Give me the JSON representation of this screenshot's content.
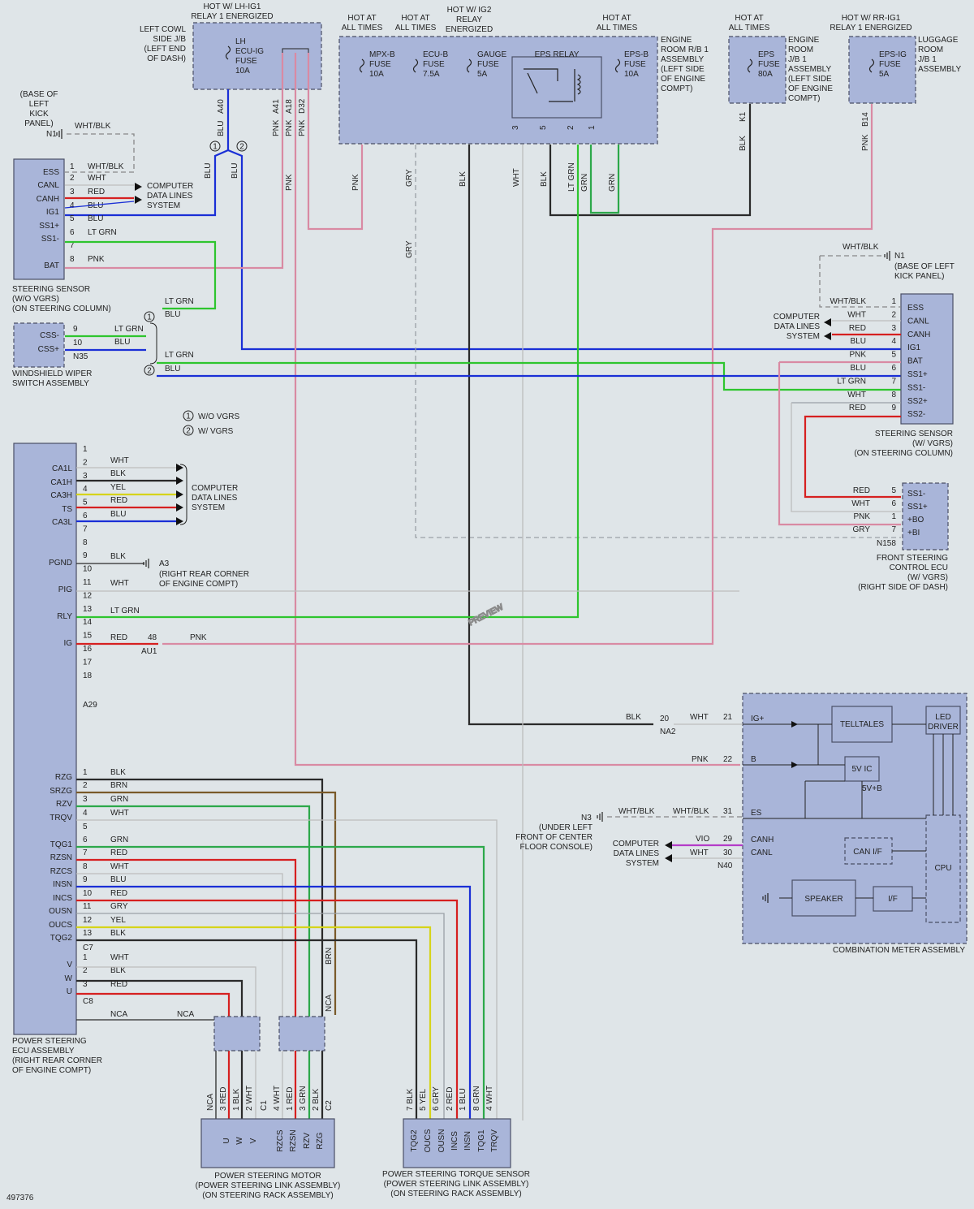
{
  "diagram_id": "497376",
  "watermark": "PREVIEW",
  "colors": {
    "BLU": "#1a2fd6",
    "PNK": "#d98aa3",
    "GRY": "#9aa0a6",
    "BLK": "#2a2a2a",
    "WHT": "#c8c8c8",
    "RED": "#d62020",
    "LTGRN": "#2ec52e",
    "GRN": "#2ca84a",
    "YEL": "#d6d41a",
    "BRN": "#7a5a2a",
    "VIO": "#b43cc8",
    "WHTBLK": "#888888",
    "box": "#a9b5d9"
  },
  "headers": {
    "lh_ig1": [
      "HOT W/ LH-IG1",
      "RELAY 1 ENERGIZED"
    ],
    "hot1": [
      "HOT AT",
      "ALL TIMES"
    ],
    "hot2": [
      "HOT AT",
      "ALL TIMES"
    ],
    "ig2": [
      "HOT W/ IG2",
      "RELAY",
      "ENERGIZED"
    ],
    "hot3": [
      "HOT AT",
      "ALL TIMES"
    ],
    "hot4": [
      "HOT AT",
      "ALL TIMES"
    ],
    "rr_ig1": [
      "HOT W/ RR-IG1",
      "RELAY 1 ENERGIZED"
    ]
  },
  "components": {
    "left_cowl": [
      "LEFT COWL",
      "SIDE J/B",
      "(LEFT END",
      "OF DASH)"
    ],
    "lh_fuse": [
      "LH",
      "ECU-IG",
      "FUSE",
      "10A"
    ],
    "mpx_fuse": [
      "MPX-B",
      "FUSE",
      "10A"
    ],
    "ecu_fuse": [
      "ECU-B",
      "FUSE",
      "7.5A"
    ],
    "gauge_fuse": [
      "GAUGE",
      "FUSE",
      "5A"
    ],
    "eps_relay": "EPS RELAY",
    "epsb_fuse": [
      "EPS-B",
      "FUSE",
      "10A"
    ],
    "engine_rb1": [
      "ENGINE",
      "ROOM R/B 1",
      "ASSEMBLY",
      "(LEFT SIDE",
      "OF ENGINE",
      "COMPT)"
    ],
    "eps_fuse": [
      "EPS",
      "FUSE",
      "80A"
    ],
    "engine_jb1": [
      "ENGINE",
      "ROOM",
      "J/B 1",
      "ASSEMBLY",
      "(LEFT SIDE",
      "OF ENGINE",
      "COMPT)"
    ],
    "epsig_fuse": [
      "EPS-IG",
      "FUSE",
      "5A"
    ],
    "luggage": [
      "LUGGAGE",
      "ROOM",
      "J/B 1",
      "ASSEMBLY"
    ],
    "base_kick": [
      "(BASE OF",
      "LEFT",
      "KICK",
      "PANEL)"
    ],
    "steer_wo": [
      "STEERING SENSOR",
      "(W/O VGRS)",
      "(ON STEERING COLUMN)"
    ],
    "wiper": [
      "WINDSHIELD WIPER",
      "SWITCH ASSEMBLY"
    ],
    "steer_w": [
      "STEERING SENSOR",
      "(W/ VGRS)",
      "(ON STEERING COLUMN)"
    ],
    "front_ecu": [
      "FRONT STEERING",
      "CONTROL ECU",
      "(W/ VGRS)",
      "(RIGHT SIDE OF DASH)"
    ],
    "ps_ecu": [
      "POWER STEERING",
      "ECU ASSEMBLY",
      "(RIGHT REAR CORNER",
      "OF ENGINE COMPT)"
    ],
    "comb_meter": "COMBINATION METER ASSEMBLY",
    "ps_motor": [
      "POWER STEERING MOTOR",
      "(POWER STEERING LINK ASSEMBLY)",
      "(ON STEERING RACK ASSEMBLY)"
    ],
    "ps_torque": [
      "POWER STEERING TORQUE SENSOR",
      "(POWER STEERING LINK ASSEMBLY)",
      "(ON STEERING RACK ASSEMBLY)"
    ],
    "computer_dl": [
      "COMPUTER",
      "DATA LINES",
      "SYSTEM"
    ],
    "n1_right": [
      "(BASE OF LEFT",
      "KICK PANEL)"
    ],
    "a3_ground": [
      "(RIGHT REAR CORNER",
      "OF ENGINE COMPT)"
    ],
    "n3_ground": [
      "(UNDER LEFT",
      "FRONT OF CENTER",
      "FLOOR CONSOLE)"
    ],
    "legend": [
      "W/O VGRS",
      "W/ VGRS"
    ],
    "meter_blocks": [
      "TELLTALES",
      "LED DRIVER",
      "5V IC",
      "5V+B",
      "CAN I/F",
      "CPU",
      "SPEAKER",
      "I/F"
    ]
  },
  "left_sensor_pins": [
    "ESS",
    "CANL",
    "CANH",
    "IG1",
    "SS1+",
    "SS1-",
    "BAT"
  ],
  "right_sensor_pins": [
    "ESS",
    "CANL",
    "CANH",
    "IG1",
    "BAT",
    "SS1+",
    "SS1-",
    "SS2+",
    "SS2-"
  ],
  "front_ecu_pins": [
    "SS1-",
    "SS1+",
    "+BO",
    "+BI"
  ],
  "ecu_pins": [
    "CA1L",
    "CA1H",
    "CA3H",
    "TS",
    "CA3L",
    "PGND",
    "PIG",
    "RLY",
    "IG",
    "RZG",
    "SRZG",
    "RZV",
    "TRQV",
    "TQG1",
    "RZSN",
    "RZCS",
    "INSN",
    "INCS",
    "OUSN",
    "OUCS",
    "TQG2",
    "V",
    "W",
    "U"
  ],
  "motor_pins": [
    "U",
    "W",
    "V",
    "RZCS",
    "RZSN",
    "RZV",
    "RZG"
  ],
  "torque_pins": [
    "TQG2",
    "OUCS",
    "OUSN",
    "INCS",
    "INSN",
    "TQG1",
    "TRQV"
  ],
  "connectors": [
    "N35",
    "N158",
    "A29",
    "AU1",
    "C7",
    "C8",
    "NA2",
    "N40",
    "C1",
    "C2",
    "N1",
    "A3",
    "N3"
  ],
  "wire_tags": [
    "A40",
    "A41",
    "A18",
    "D32",
    "K1",
    "B14",
    "NCA"
  ]
}
